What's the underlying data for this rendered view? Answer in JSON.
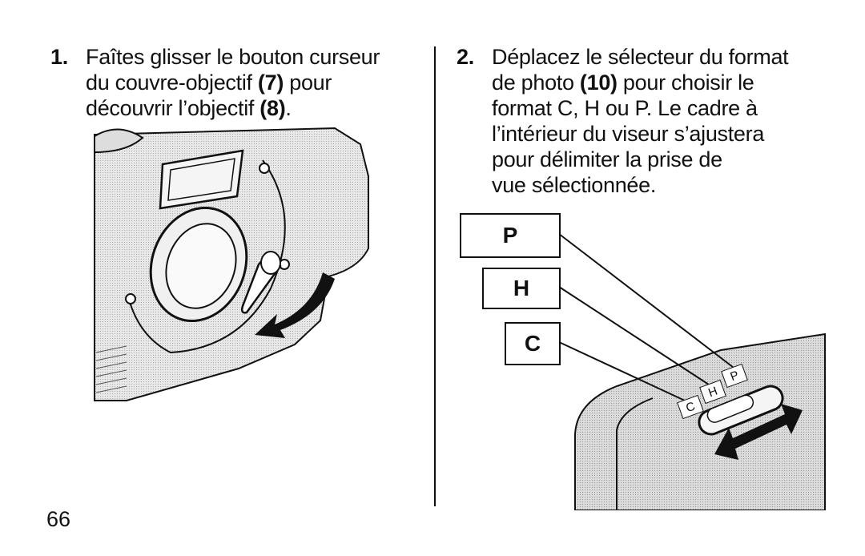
{
  "step1": {
    "number": "1.",
    "line1": "Faîtes glisser le bouton curseur",
    "line2_a": "du couvre-objectif ",
    "line2_ref": "(7)",
    "line2_b": " pour",
    "line3_a": "découvrir l’objectif ",
    "line3_ref": "(8)",
    "line3_b": "."
  },
  "step2": {
    "number": "2.",
    "line1": "Déplacez le sélecteur du format",
    "line2_a": "de photo ",
    "line2_ref": "(10)",
    "line2_b": " pour choisir le",
    "line3": "format C, H ou P. Le cadre à",
    "line4": "l’intérieur du viseur s’ajustera",
    "line5": "pour délimiter la prise de",
    "line6": "vue sélectionnée."
  },
  "labels": {
    "p": "P",
    "h": "H",
    "c": "C"
  },
  "switch_marks": {
    "p": "P",
    "h": "H",
    "c": "C"
  },
  "page_number": "66"
}
